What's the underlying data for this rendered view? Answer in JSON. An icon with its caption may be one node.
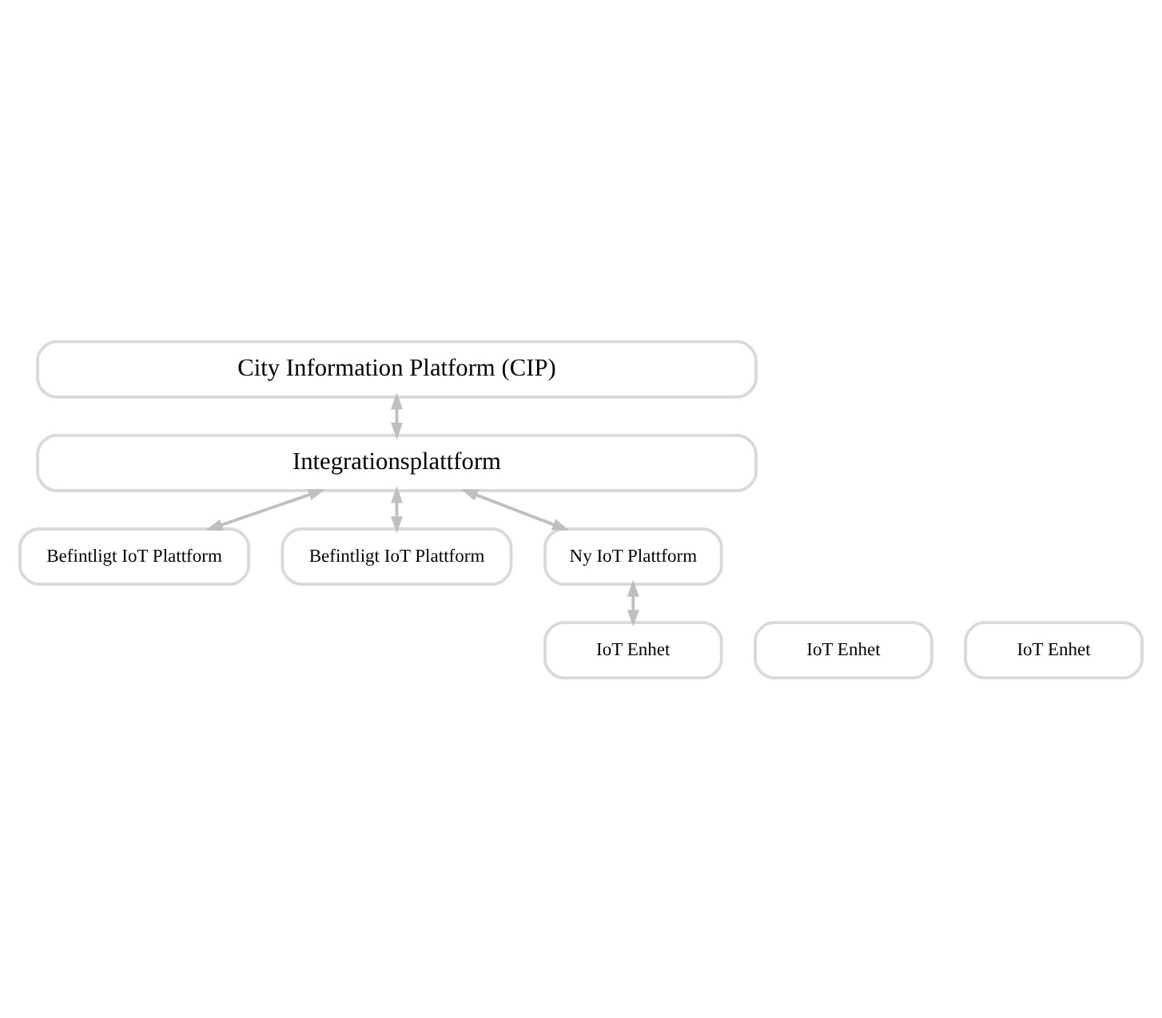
{
  "diagram": {
    "nodes": [
      {
        "text": [
          "City Information Platform (CIP)"
        ]
      },
      {
        "text": [
          "Integrationsplattform"
        ]
      },
      {
        "text": [
          "Befintligt IoT Plattform"
        ]
      },
      {
        "text": [
          "Befintligt IoT Plattform"
        ]
      },
      {
        "text": [
          "Ny IoT Plattform"
        ]
      },
      {
        "text": [
          "IoT Enhet"
        ]
      },
      {
        "text": [
          "IoT Enhet"
        ]
      },
      {
        "text": [
          "IoT Enhet"
        ]
      }
    ],
    "edges": [
      {
        "from": 0,
        "to": 1,
        "arrow": "both"
      },
      {
        "from": 1,
        "to": 2,
        "arrow": "both"
      },
      {
        "from": 1,
        "to": 3,
        "arrow": "both"
      },
      {
        "from": 1,
        "to": 4,
        "arrow": "both"
      },
      {
        "from": 4,
        "to": 5,
        "arrow": "both"
      }
    ]
  }
}
